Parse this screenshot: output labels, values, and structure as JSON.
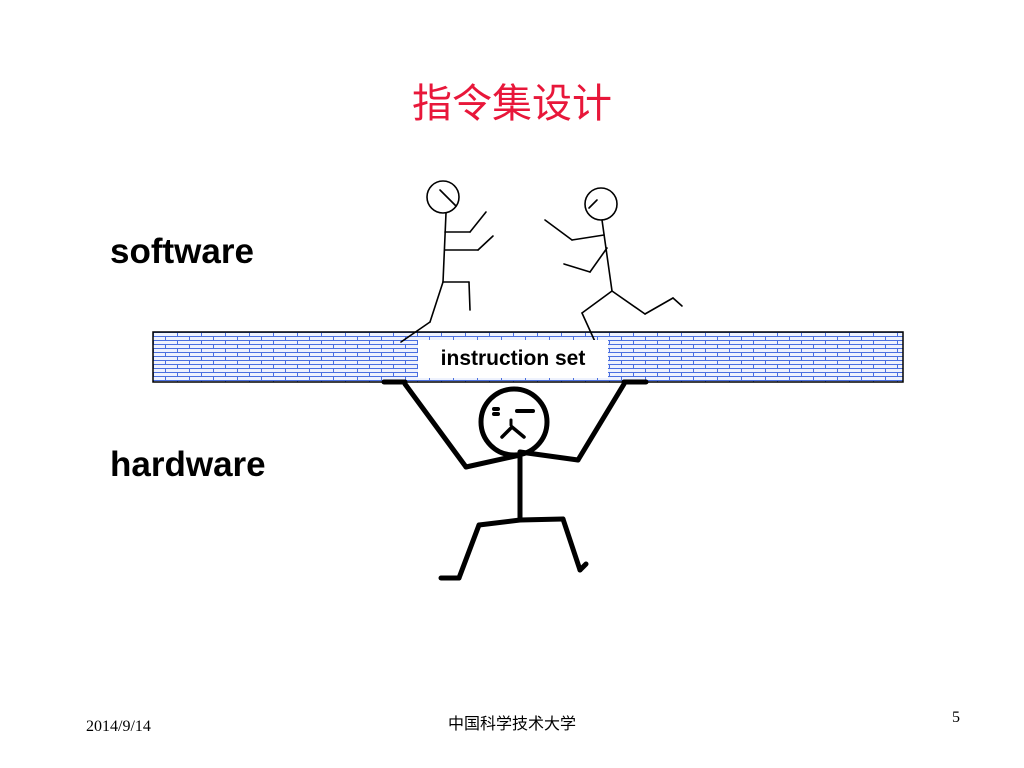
{
  "slide": {
    "title": "指令集设计",
    "software_label": "software",
    "hardware_label": "hardware",
    "interface_label": "instruction set"
  },
  "footer": {
    "date": "2014/9/14",
    "organization": "中国科学技术大学",
    "page_number": "5"
  },
  "colors": {
    "title": "#e8173a",
    "brick_mortar": "#4a6fe0",
    "brick_fill": "#e8eefc",
    "ink": "#000000"
  },
  "figures": [
    {
      "role": "software-runner",
      "count": 2
    },
    {
      "role": "hardware-carrier",
      "expression": "frowning"
    }
  ]
}
